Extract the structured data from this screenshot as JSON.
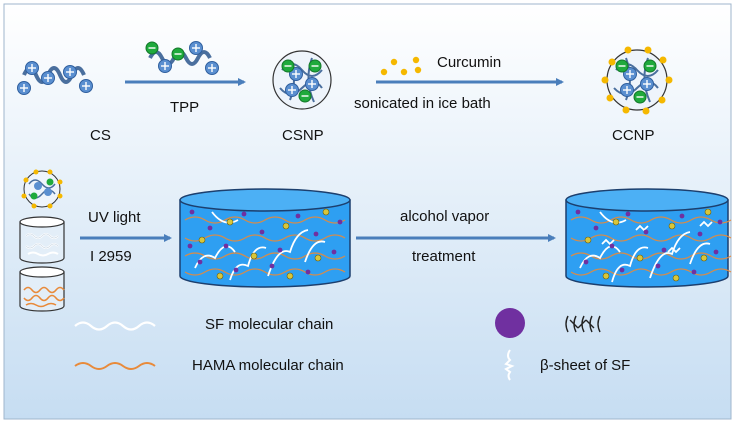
{
  "labels": {
    "cs": "CS",
    "tpp": "TPP",
    "csnp": "CSNP",
    "curcumin": "Curcumin",
    "sonicated": "sonicated in  ice bath",
    "ccnp": "CCNP",
    "uv_light": "UV light",
    "initiator": "I 2959",
    "alcohol_vapor": "alcohol vapor",
    "treatment": "treatment"
  },
  "legend": {
    "sf_chain": "SF molecular chain",
    "hama_chain": "HAMA molecular chain",
    "beta_sheet": "β-sheet of SF"
  },
  "colors": {
    "background_top": "#ffffff",
    "background_bottom": "#c6ddf2",
    "arrow": "#4a7ebb",
    "cylinder": "#2e9ff2",
    "curcumin": "#f5b800",
    "tpp_green": "#1faa3c",
    "cs_blue": "#5a8fd0",
    "purple_dot": "#7030a0",
    "hama_orange": "#e88a3a"
  }
}
